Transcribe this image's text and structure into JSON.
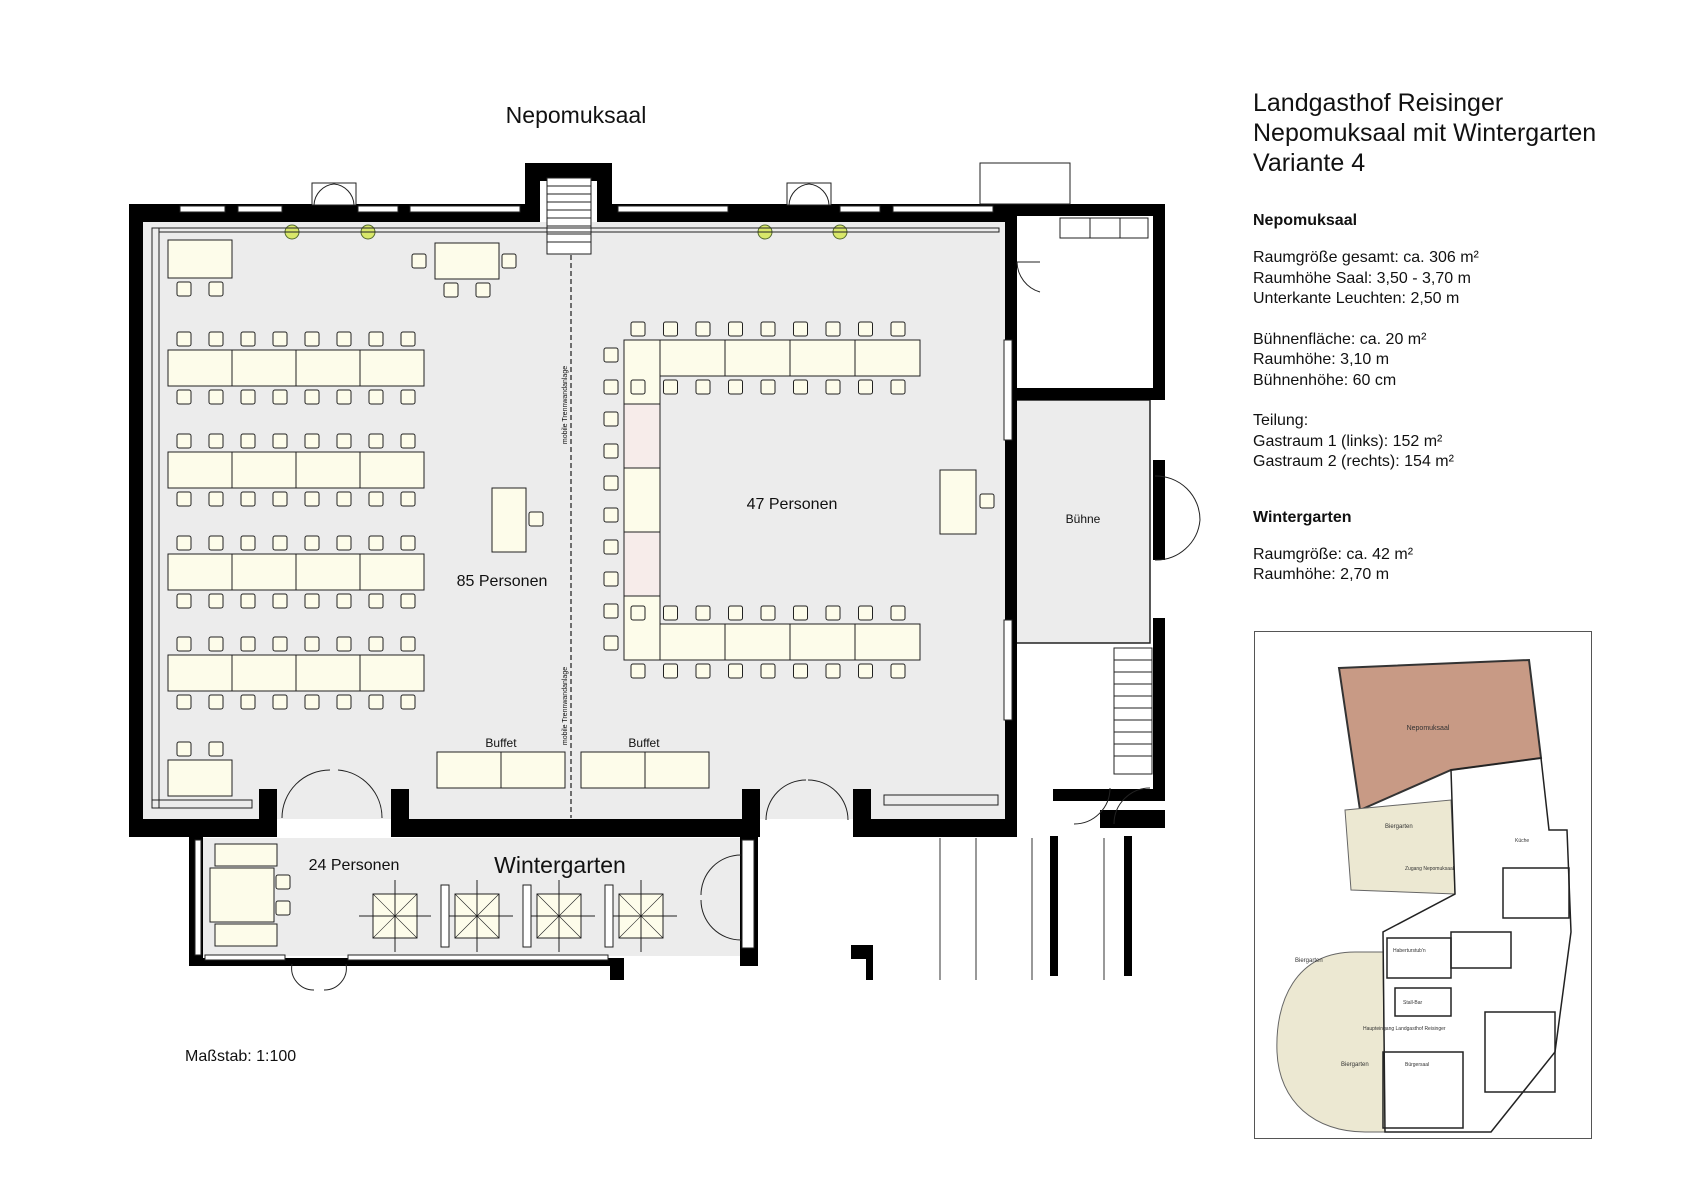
{
  "plan": {
    "title": "Nepomuksaal",
    "room_left_capacity": "85 Personen",
    "room_right_capacity": "47 Personen",
    "buffet_left": "Buffet",
    "buffet_right": "Buffet",
    "partition_label_top": "mobile Trennwandanlage",
    "partition_label_bottom": "mobile Trennwandanlage",
    "stage_label": "Bühne",
    "winter_capacity": "24 Personen",
    "winter_title": "Wintergarten",
    "scale": "Maßstab: 1:100"
  },
  "info": {
    "title_lines": [
      "Landgasthof Reisinger",
      "Nepomuksaal mit Wintergarten",
      "Variante 4"
    ],
    "nepomuk_heading": "Nepomuksaal",
    "nepomuk_size": "Raumgröße gesamt: ca. 306 m²",
    "nepomuk_height": "Raumhöhe Saal: 3,50 - 3,70 m",
    "nepomuk_lights": "Unterkante Leuchten: 2,50 m",
    "stage_area": "Bühnenfläche: ca. 20 m²",
    "stage_height": "Raumhöhe: 3,10 m",
    "stage_level": "Bühnenhöhe: 60 cm",
    "division_heading": "Teilung:",
    "division_left": "Gastraum 1 (links): 152 m²",
    "division_right": "Gastraum 2 (rechts): 154 m²",
    "winter_heading": "Wintergarten",
    "winter_size": "Raumgröße: ca. 42 m²",
    "winter_height": "Raumhöhe: 2,70 m"
  },
  "overview": {
    "hall": "Nepomuksaal",
    "biergarten_top": "Biergarten",
    "zugang": "Zugang Nepomuksaal",
    "haberturstuben": "Haberturstub'n",
    "biergarten_mid": "Biergarten",
    "stall": "Stall-Bar",
    "eingang": "Haupteingang Landgasthof Reisinger",
    "biergarten_low": "Biergarten",
    "buergersaal": "Bürgersaal",
    "kueche": "Küche"
  },
  "colors": {
    "wall": "#000000",
    "floor": "#ececec",
    "furniture": "#fdfcea",
    "furniture_pink": "#f7ecea",
    "hall_overview": "#c89a85",
    "garden_overview": "#ece8d2"
  }
}
